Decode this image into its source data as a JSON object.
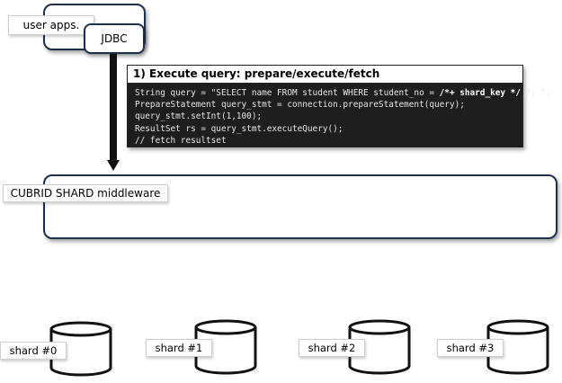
{
  "top": {
    "user_apps_label": "user apps.",
    "jdbc_label": "JDBC"
  },
  "query_panel": {
    "title": "1) Execute query: prepare/execute/fetch",
    "code_lines": [
      "String query = \"SELECT name FROM student WHERE student_no = ",
      "/*+ shard_key */",
      " ?; \";",
      "PrepareStatement query_stmt = connection.prepareStatement(query);",
      "query_stmt.setInt(1,100);",
      "ResultSet rs = query_stmt.executeQuery();",
      "// fetch resultset"
    ]
  },
  "middleware": {
    "label": "CUBRID SHARD middleware"
  },
  "shards": [
    {
      "label": "shard #0"
    },
    {
      "label": "shard #1"
    },
    {
      "label": "shard #2"
    },
    {
      "label": "shard #3"
    }
  ]
}
